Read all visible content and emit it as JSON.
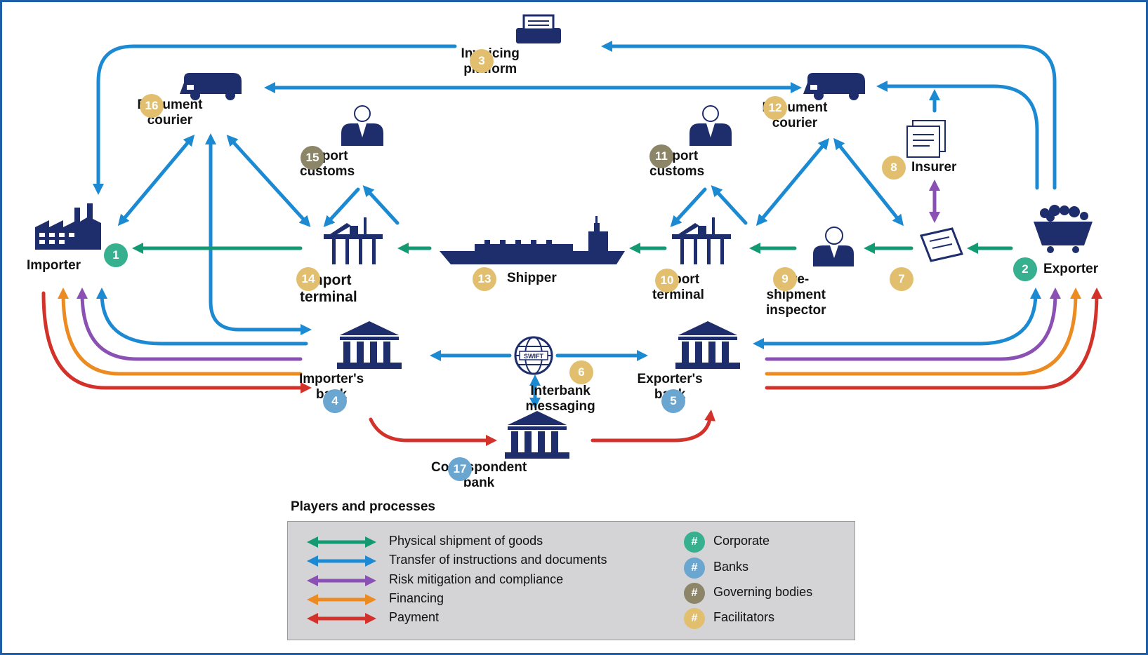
{
  "colors": {
    "physical": "#139a73",
    "instructions": "#1b8ad2",
    "risk": "#8a50b4",
    "financing": "#ec8b22",
    "payment": "#d3322b",
    "corporate": "#36b08e",
    "banks": "#6aa6d0",
    "governing": "#8c8567",
    "facilitators": "#e1bf6f",
    "icon": "#1e2d6b"
  },
  "nodes": {
    "n1": {
      "badge": "1",
      "label": "Importer",
      "group": "corporate"
    },
    "n2": {
      "badge": "2",
      "label": "Exporter",
      "group": "corporate"
    },
    "n3": {
      "badge": "3",
      "label1": "Invoicing",
      "label2": "platform",
      "group": "facilitators"
    },
    "n4": {
      "badge": "4",
      "label1": "Importer's",
      "label2": "bank",
      "group": "banks"
    },
    "n5": {
      "badge": "5",
      "label1": "Exporter's",
      "label2": "bank",
      "group": "banks"
    },
    "n6": {
      "badge": "6",
      "label1": "Interbank",
      "label2": "messaging",
      "group": "facilitators",
      "icon_text": "SWIFT"
    },
    "n7": {
      "badge": "7",
      "group": "facilitators"
    },
    "n8": {
      "badge": "8",
      "label": "Insurer",
      "group": "facilitators"
    },
    "n9": {
      "badge": "9",
      "label1": "Pre-",
      "label2": "shipment",
      "label3": "inspector",
      "group": "facilitators"
    },
    "n10": {
      "badge": "10",
      "label1": "Export",
      "label2": "terminal",
      "group": "facilitators"
    },
    "n11": {
      "badge": "11",
      "label1": "Export",
      "label2": "customs",
      "group": "governing"
    },
    "n12": {
      "badge": "12",
      "label1": "Document",
      "label2": "courier",
      "group": "facilitators"
    },
    "n13": {
      "badge": "13",
      "label": "Shipper",
      "group": "facilitators"
    },
    "n14": {
      "badge": "14",
      "label1": "Import",
      "label2": "terminal",
      "group": "facilitators"
    },
    "n15": {
      "badge": "15",
      "label1": "Import",
      "label2": "customs",
      "group": "governing"
    },
    "n16": {
      "badge": "16",
      "label1": "Document",
      "label2": "courier",
      "group": "facilitators"
    },
    "n17": {
      "badge": "17",
      "label1": "Correspondent",
      "label2": "bank",
      "group": "banks"
    }
  },
  "legend": {
    "title": "Players and processes",
    "processes": [
      {
        "label": "Physical shipment of goods",
        "color": "#139a73"
      },
      {
        "label": "Transfer of instructions and documents",
        "color": "#1b8ad2"
      },
      {
        "label": "Risk mitigation and compliance",
        "color": "#8a50b4"
      },
      {
        "label": "Financing",
        "color": "#ec8b22"
      },
      {
        "label": "Payment",
        "color": "#d3322b"
      }
    ],
    "players": [
      {
        "symbol": "#",
        "label": "Corporate",
        "color": "#36b08e"
      },
      {
        "symbol": "#",
        "label": "Banks",
        "color": "#6aa6d0"
      },
      {
        "symbol": "#",
        "label": "Governing bodies",
        "color": "#8c8567"
      },
      {
        "symbol": "#",
        "label": "Facilitators",
        "color": "#e1bf6f"
      }
    ]
  }
}
